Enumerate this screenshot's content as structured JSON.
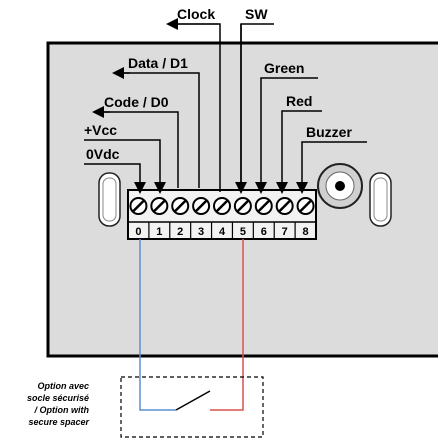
{
  "labels": {
    "clock": "Clock",
    "sw": "SW",
    "data_d1": "Data / D1",
    "green": "Green",
    "code_d0": "Code / D0",
    "red": "Red",
    "vcc": "+Vcc",
    "buzzer": "Buzzer",
    "vdc0": "0Vdc"
  },
  "terminals": [
    "0",
    "1",
    "2",
    "3",
    "4",
    "5",
    "6",
    "7",
    "8"
  ],
  "note": {
    "line1": "Option avec",
    "line2": "socle sécurisé",
    "line3": "/ Option with",
    "line4": "secure spacer"
  },
  "colors": {
    "panel": "#dcdcdc",
    "blue_wire": "#5b8fd0",
    "red_wire": "#d9534f"
  }
}
